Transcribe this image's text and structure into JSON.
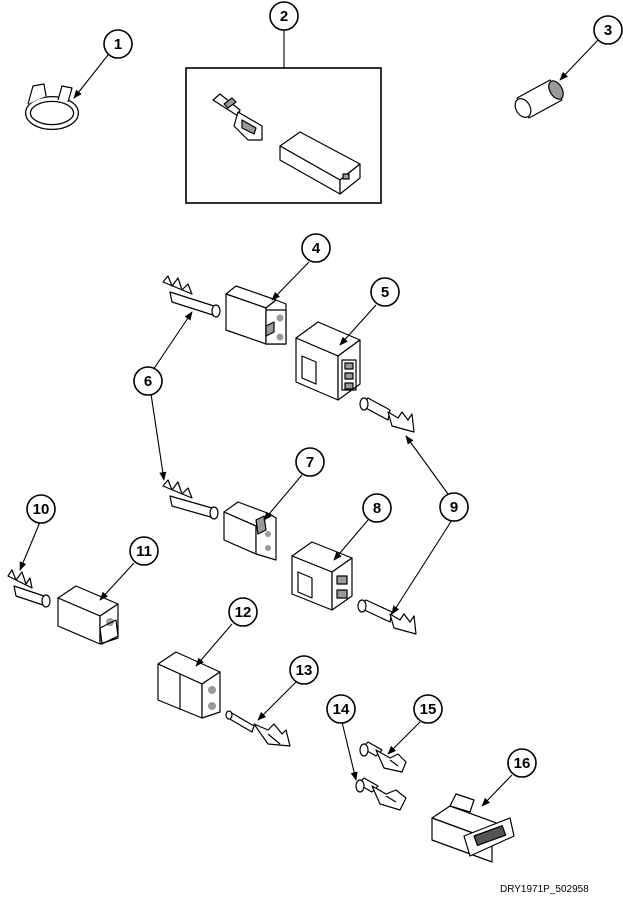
{
  "callouts": [
    "1",
    "2",
    "3",
    "4",
    "5",
    "6",
    "7",
    "8",
    "9",
    "10",
    "11",
    "12",
    "13",
    "14",
    "15",
    "16"
  ],
  "reference": "DRY1971P_502958"
}
